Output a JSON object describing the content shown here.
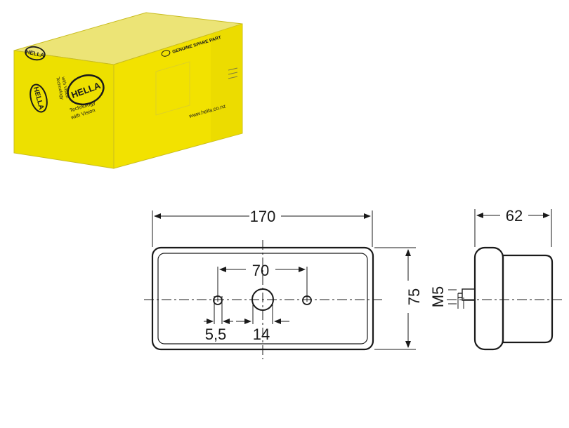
{
  "product_box": {
    "brand": "HELLA",
    "tagline_line1": "Technology",
    "tagline_line2": "with Vision",
    "genuine_label": "GENUINE SPARE PART",
    "website": "www.hella.co.nz",
    "box_color": "#f2e200"
  },
  "drawing": {
    "width_dim": "170",
    "hole_spacing_dim": "70",
    "hole_dia_dim": "5,5",
    "center_hole_dim": "14",
    "height_dim": "75",
    "thread_dim": "M5",
    "depth_dim": "62",
    "line_color": "#1a1a1a"
  }
}
